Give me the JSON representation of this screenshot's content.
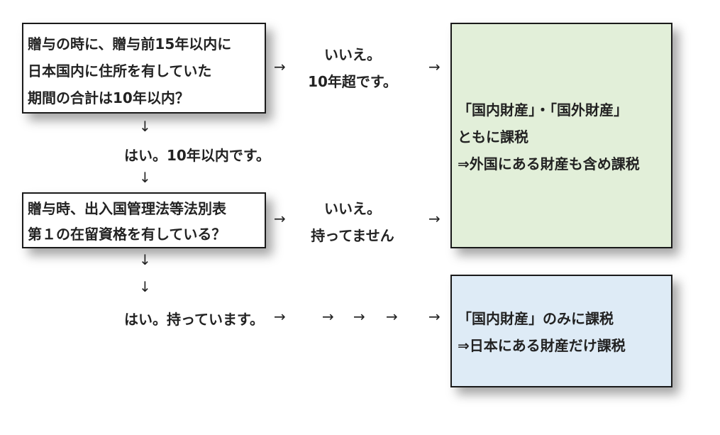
{
  "question1": {
    "lines": [
      "贈与の時に、贈与前15年以内に",
      "日本国内に住所を有していた",
      "期間の合計は10年以内？"
    ],
    "no_answer": [
      "いいえ。",
      "10年超です。"
    ],
    "yes_answer": "はい。10年以内です。"
  },
  "question2": {
    "lines": [
      "贈与時、出入国管理法等法別表",
      "第１の在留資格を有している？"
    ],
    "no_answer": [
      "いいえ。",
      "持ってません"
    ],
    "yes_answer": "はい。持っています。"
  },
  "result1": {
    "lines": [
      "「国内財産」・「国外財産」",
      "ともに課税",
      "⇒外国にある財産も含め課税"
    ],
    "bg_color": "#e2efd9"
  },
  "result2": {
    "lines": [
      "「国内財産」のみに課税",
      "⇒日本にある財産だけ課税"
    ],
    "bg_color": "#deebf6"
  },
  "arrows": {
    "right": "→",
    "down": "↓"
  }
}
